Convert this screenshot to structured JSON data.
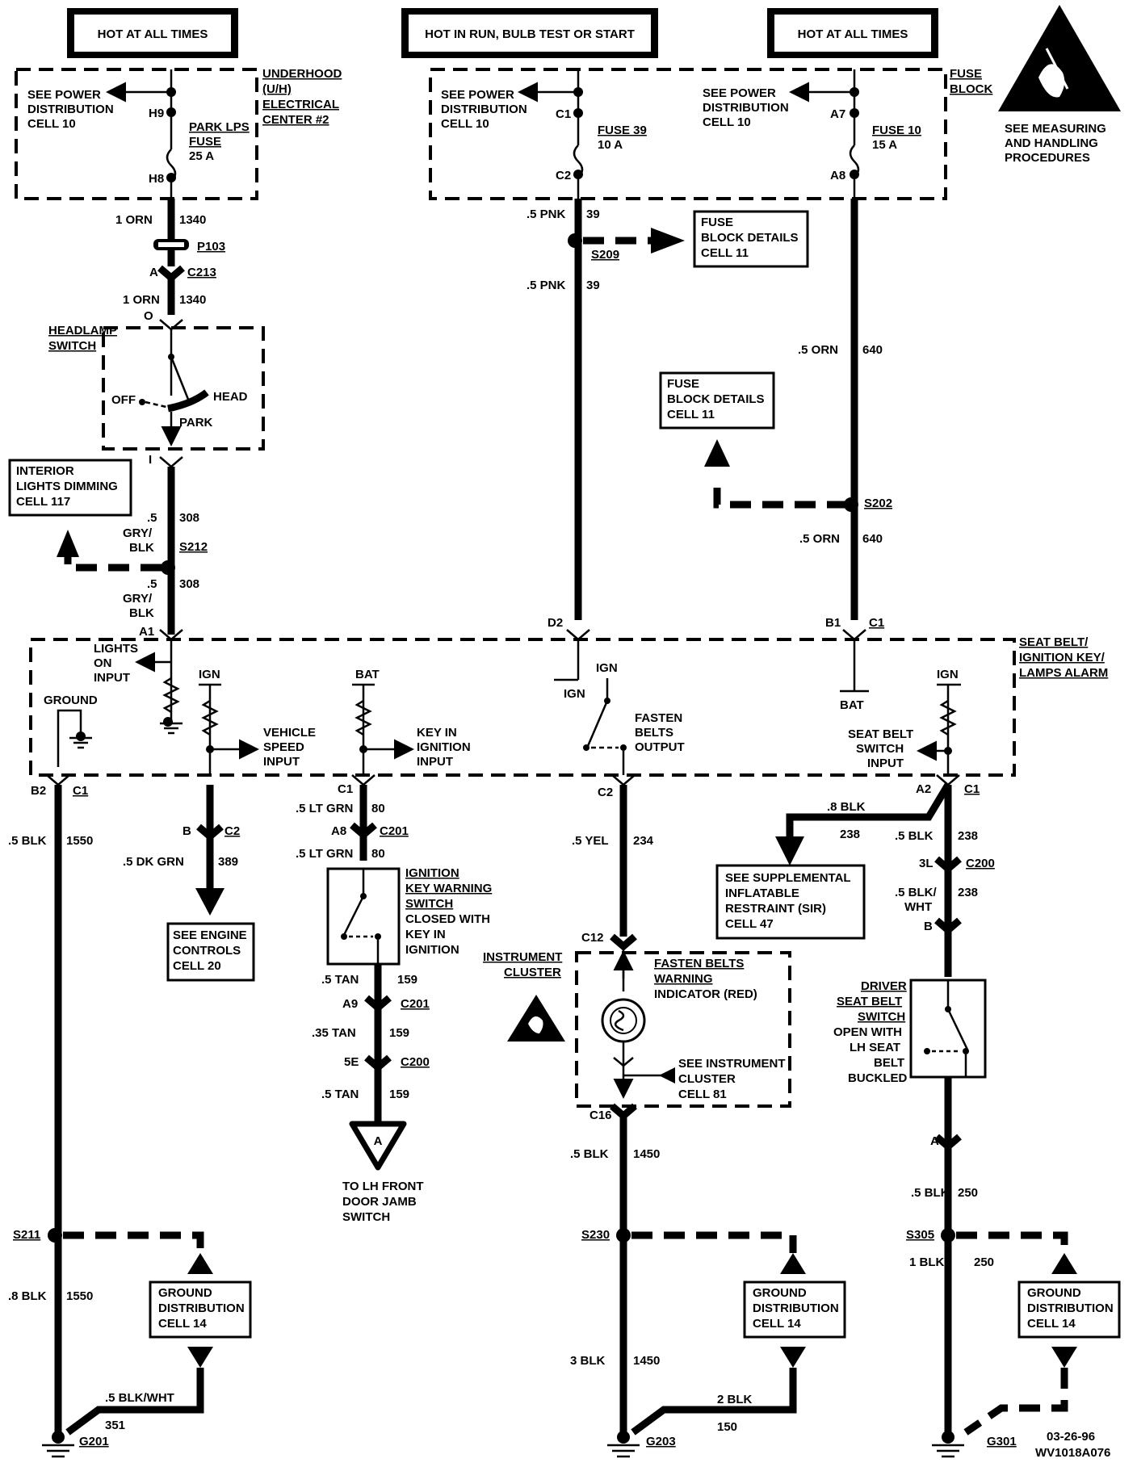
{
  "headers": {
    "hot1": "HOT AT ALL TIMES",
    "hot2": "HOT IN RUN, BULB TEST OR START",
    "hot3": "HOT AT ALL TIMES"
  },
  "underhood": {
    "label": [
      "UNDERHOOD",
      "(U/H)",
      "ELECTRICAL",
      "CENTER #2"
    ],
    "see": [
      "SEE POWER",
      "DISTRIBUTION",
      "CELL 10"
    ],
    "pin_in": "H9",
    "pin_out": "H8",
    "fuse": [
      "PARK LPS",
      "FUSE",
      "25 A"
    ]
  },
  "fuse_block": {
    "label": [
      "FUSE",
      "BLOCK"
    ],
    "see1": [
      "SEE POWER",
      "DISTRIBUTION",
      "CELL 10"
    ],
    "see2": [
      "SEE POWER",
      "DISTRIBUTION",
      "CELL 10"
    ],
    "fuse39": [
      "FUSE 39",
      "10 A"
    ],
    "fuse10": [
      "FUSE 10",
      "15 A"
    ],
    "pins": {
      "c1": "C1",
      "c2": "C2",
      "a7": "A7",
      "a8": "A8"
    }
  },
  "esd": {
    "text": [
      "SEE MEASURING",
      "AND HANDLING",
      "PROCEDURES"
    ]
  },
  "left_branch": {
    "w1_size": "1 ORN",
    "w1_circuit": "1340",
    "p103": "P103",
    "c213_pin": "A",
    "c213": "C213",
    "w2_size": "1 ORN",
    "w2_circuit": "1340",
    "pin_o": "O",
    "headlamp_label": [
      "HEADLAMP",
      "SWITCH"
    ],
    "off": "OFF",
    "head": "HEAD",
    "park": "PARK",
    "pin_i": "I",
    "dimming": [
      "INTERIOR",
      "LIGHTS DIMMING",
      "CELL 117"
    ],
    "w3_size": [
      ".5",
      "GRY/",
      "BLK"
    ],
    "w3_circuit": "308",
    "s212": "S212",
    "w4_size": [
      ".5",
      "GRY/",
      "BLK"
    ],
    "w4_circuit": "308",
    "pin_a1": "A1"
  },
  "mid_branch": {
    "w1_size": ".5 PNK",
    "w1_circuit": "39",
    "s209": "S209",
    "details": [
      "FUSE",
      "BLOCK DETAILS",
      "CELL 11"
    ],
    "w2_size": ".5 PNK",
    "w2_circuit": "39",
    "pin_d2": "D2"
  },
  "right_branch": {
    "w1_size": ".5 ORN",
    "w1_circuit": "640",
    "details": [
      "FUSE",
      "BLOCK DETAILS",
      "CELL 11"
    ],
    "s202": "S202",
    "w2_size": ".5 ORN",
    "w2_circuit": "640",
    "pin_b1": "B1",
    "pin_c1": "C1"
  },
  "alarm": {
    "label": [
      "SEAT BELT/",
      "IGNITION KEY/",
      "LAMPS ALARM"
    ],
    "lights_on": [
      "LIGHTS",
      "ON",
      "INPUT"
    ],
    "ground": "GROUND",
    "ign1": "IGN",
    "vehicle_speed": [
      "VEHICLE",
      "SPEED",
      "INPUT"
    ],
    "bat1": "BAT",
    "key_in": [
      "KEY IN",
      "IGNITION",
      "INPUT"
    ],
    "ign_mid": "IGN",
    "ign_mid2": "IGN",
    "fasten_out": [
      "FASTEN",
      "BELTS",
      "OUTPUT"
    ],
    "bat2": "BAT",
    "ign2": "IGN",
    "seat_belt_in": [
      "SEAT BELT",
      "SWITCH",
      "INPUT"
    ],
    "pins": {
      "b2": "B2",
      "c1a": "C1",
      "c1b": "C1",
      "c2": "C2",
      "a2": "A2",
      "c1c": "C1"
    }
  },
  "ground_col": {
    "w1_size": ".5 BLK",
    "w1_circuit": "1550",
    "s211": "S211",
    "w2_size": ".8 BLK",
    "w2_circuit": "1550",
    "gd": [
      "GROUND",
      "DISTRIBUTION",
      "CELL 14"
    ],
    "w3_size": ".5 BLK/WHT",
    "w3_circuit": "351",
    "g201": "G201"
  },
  "speed_col": {
    "pin_b": "B",
    "c2": "C2",
    "w_size": ".5 DK GRN",
    "w_circuit": "389",
    "engine": [
      "SEE ENGINE",
      "CONTROLS",
      "CELL 20"
    ]
  },
  "key_col": {
    "w1_size": ".5 LT GRN",
    "w1_circuit": "80",
    "a8": "A8",
    "c201a": "C201",
    "w2_size": ".5 LT GRN",
    "w2_circuit": "80",
    "switch_label": [
      "IGNITION",
      "KEY WARNING",
      "SWITCH"
    ],
    "switch_note": [
      "CLOSED WITH",
      "KEY IN",
      "IGNITION"
    ],
    "w3_size": ".5 TAN",
    "w3_circuit": "159",
    "a9": "A9",
    "c201b": "C201",
    "w4_size": ".35 TAN",
    "w4_circuit": "159",
    "p5e": "5E",
    "c200": "C200",
    "w5_size": ".5 TAN",
    "w5_circuit": "159",
    "tri": "A",
    "to_lh": [
      "TO LH FRONT",
      "DOOR JAMB",
      "SWITCH"
    ]
  },
  "fasten_col": {
    "w1_size": ".5 YEL",
    "w1_circuit": "234",
    "c12": "C12",
    "cluster": [
      "INSTRUMENT",
      "CLUSTER"
    ],
    "indicator": [
      "FASTEN BELTS",
      "WARNING",
      "INDICATOR (RED)"
    ],
    "see_cluster": [
      "SEE INSTRUMENT",
      "CLUSTER",
      "CELL 81"
    ],
    "c16": "C16",
    "w2_size": ".5 BLK",
    "w2_circuit": "1450",
    "s230": "S230",
    "gd": [
      "GROUND",
      "DISTRIBUTION",
      "CELL 14"
    ],
    "w3_size": "3 BLK",
    "w3_circuit": "1450",
    "w4_size": "2 BLK",
    "w4_circuit": "150",
    "g203": "G203"
  },
  "seat_col": {
    "sir_size": ".8 BLK",
    "sir_circuit": "238",
    "sir": [
      "SEE SUPPLEMENTAL",
      "INFLATABLE",
      "RESTRAINT (SIR)",
      "CELL 47"
    ],
    "w1_size": ".5 BLK",
    "w1_circuit": "238",
    "p3l": "3L",
    "c200": "C200",
    "w2_size": [
      ".5 BLK/",
      "WHT"
    ],
    "w2_circuit": "238",
    "pin_b": "B",
    "driver_label": [
      "DRIVER",
      "SEAT BELT",
      "SWITCH"
    ],
    "driver_note": [
      "OPEN WITH",
      "LH SEAT",
      "BELT",
      "BUCKLED"
    ],
    "pin_a": "A",
    "w3_size": ".5 BLK",
    "w3_circuit": "250",
    "s305": "S305",
    "w4_size": "1 BLK",
    "w4_circuit": "250",
    "gd": [
      "GROUND",
      "DISTRIBUTION",
      "CELL 14"
    ],
    "g301": "G301"
  },
  "footer": {
    "date": "03-26-96",
    "code": "WV1018A076"
  }
}
